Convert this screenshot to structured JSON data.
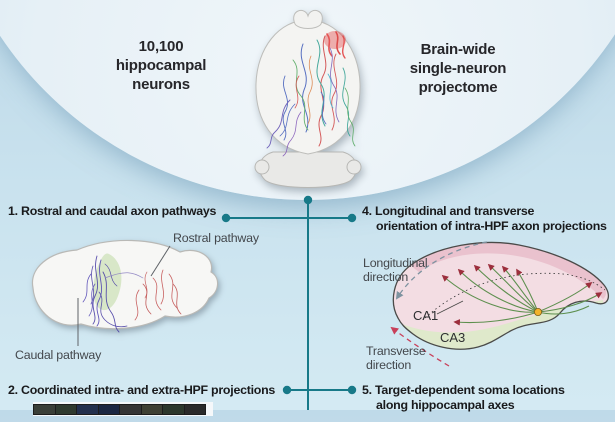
{
  "hero": {
    "left_stat": "10,100\nhippocampal\nneurons",
    "right_stat": "Brain-wide\nsingle-neuron\nprojectome"
  },
  "sections": {
    "one": {
      "title": "1. Rostral and caudal axon pathways",
      "rostral_label": "Rostral pathway",
      "caudal_label": "Caudal pathway"
    },
    "two": {
      "title": "2. Coordinated intra- and extra-HPF projections"
    },
    "four": {
      "title_line1": "4. Longitudinal and transverse",
      "title_line2": "orientation of intra-HPF axon projections",
      "longitudinal_label": "Longitudinal\ndirection",
      "transverse_label": "Transverse\ndirection",
      "ca1_label": "CA1",
      "ca3_label": "CA3"
    },
    "five": {
      "title_line1": "5. Target-dependent soma locations",
      "title_line2": "along hippocampal axes"
    }
  },
  "colors": {
    "background_blue": "#c9e2ee",
    "ellipse_light": "#ecf4f9",
    "connector_teal": "#177988",
    "title_text": "#191a1c",
    "label_text": "#43474c",
    "hippocampus_pink": "#f3dde3",
    "ca1_band_pink": "#e7bcc8",
    "ca3_green": "#dfe9cb",
    "soma_yellow": "#f2b32c",
    "axon_green": "#5d8f4e",
    "arrowhead_red": "#9c2f3d",
    "longitudinal_arrow_gray": "#7e93a0",
    "transverse_arrow_red": "#c8405a",
    "caudal_pathway_purple": "#4a3fa5",
    "rostral_pathway_red": "#c04848"
  }
}
